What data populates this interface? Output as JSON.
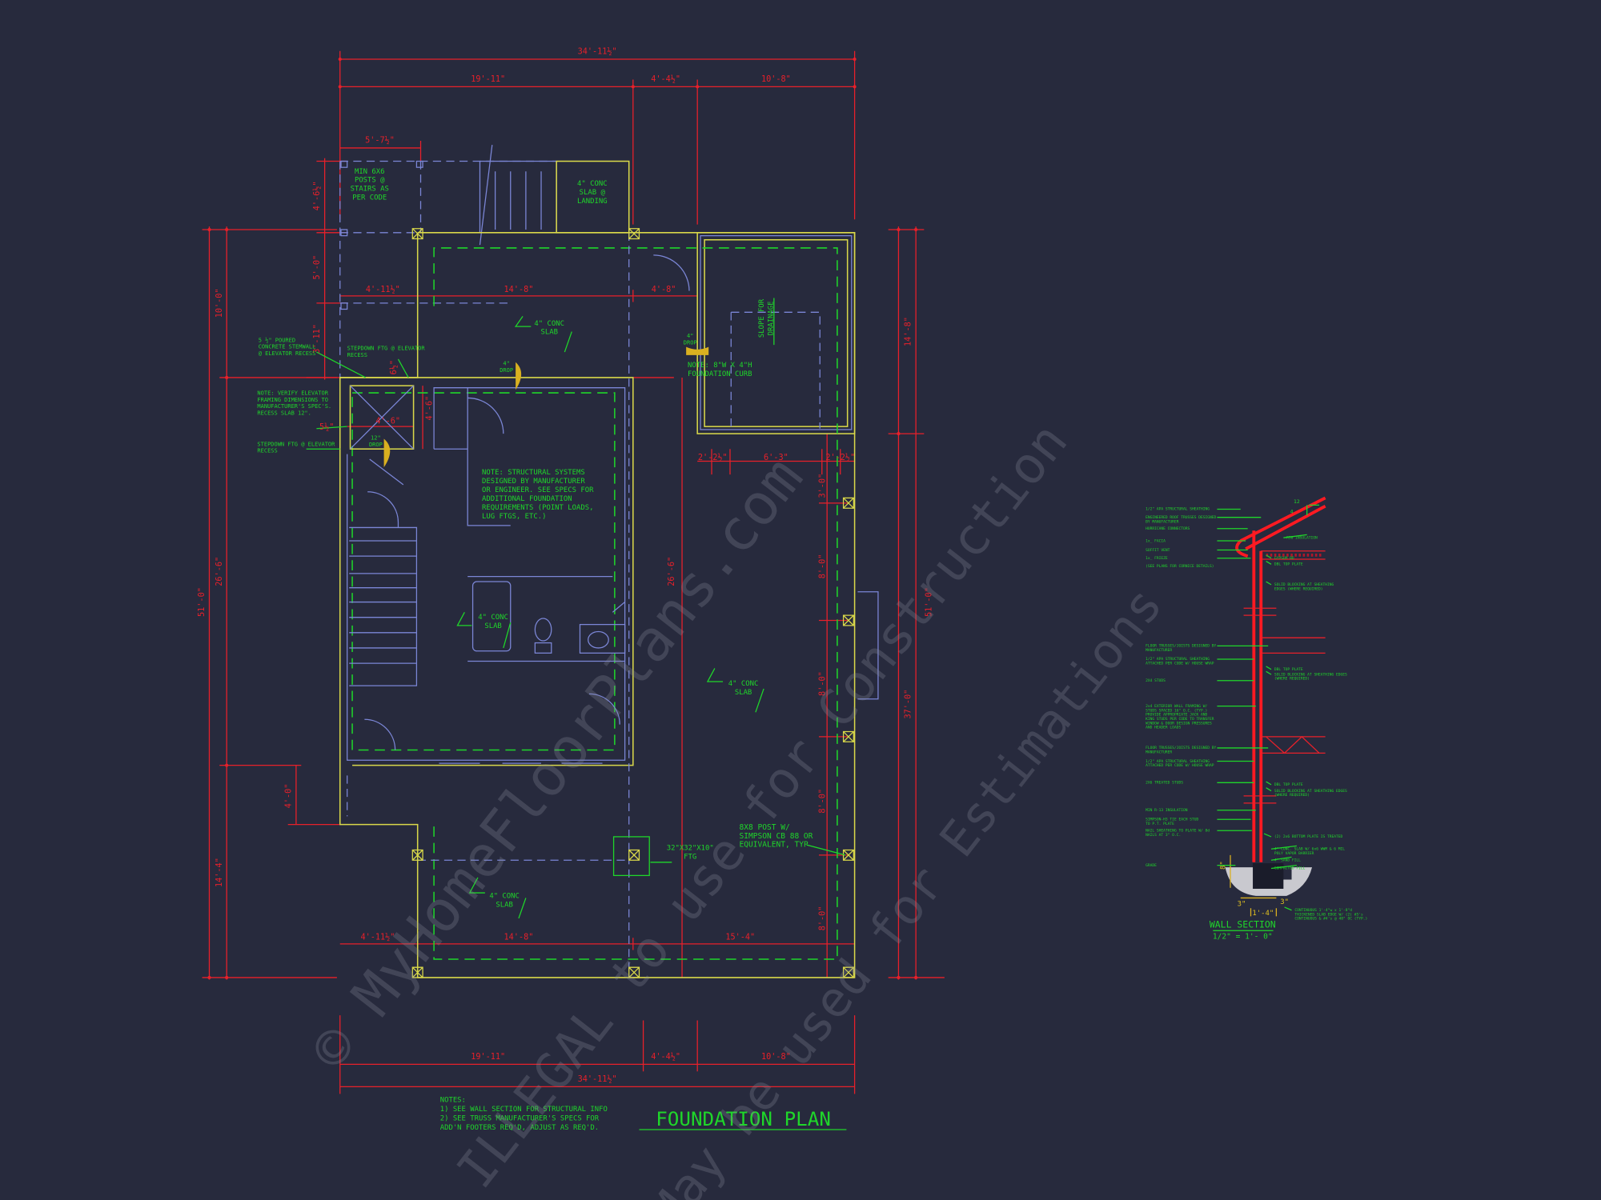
{
  "colors": {
    "background": "#272a3d",
    "dimension": "#e8202a",
    "foundation_wall": "#d9d84a",
    "floor_plan": "#7b86d6",
    "annotation": "#1fd62a",
    "watermark": "#8a8d9c"
  },
  "title": {
    "main": "FOUNDATION PLAN"
  },
  "dimensions": {
    "top_overall": "34'-11½\"",
    "top_1": "19'-11\"",
    "top_2": "4'-4½\"",
    "top_3": "10'-8\"",
    "porch_width": "5'-7½\"",
    "bottom_overall": "34'-11½\"",
    "bottom_1": "19'-11\"",
    "bottom_2": "4'-4½\"",
    "bottom_3": "10'-8\"",
    "left_overall": "51'-0\"",
    "left_1": "10'-0\"",
    "left_2": "26'-6\"",
    "left_3": "14'-4\"",
    "left_porch_1": "4'-6½\"",
    "left_porch_2": "5'-0\"",
    "left_porch_3": "3'-11\"",
    "left_step": "4'-0\"",
    "right_overall": "51'-0\"",
    "right_1": "14'-8\"",
    "right_2": "37'-0\"",
    "post_spacing": [
      "3'-0\"",
      "8'-0\"",
      "8'-0\"",
      "8'-0\"",
      "8'-0\""
    ],
    "upper_1": "4'-11½\"",
    "upper_2": "14'-8\"",
    "upper_3": "4'-8\"",
    "lower_1": "4'-11½\"",
    "lower_2": "14'-8\"",
    "lower_3": "15'-4\"",
    "storage_1": "2'-2½\"",
    "storage_2": "6'-3\"",
    "storage_3": "2'-2½\"",
    "center_depth": "26'-6\"",
    "elevator_offset": "5½\"",
    "elevator_w": "4'-6\"",
    "elevator_h": "4'-6\"",
    "elevator_gap": "6½\""
  },
  "labels": {
    "porch_posts": [
      "MIN 6X6",
      "POSTS @",
      "STAIRS AS",
      "PER CODE"
    ],
    "landing_slab": [
      "4\" CONC",
      "SLAB @",
      "LANDING"
    ],
    "stemwall": [
      "5 ½\" POURED",
      "CONCRETE STEMWALL",
      "@ ELEVATOR RECESS"
    ],
    "stepdown_top": [
      "STEPDOWN FTG @ ELEVATOR",
      "RECESS"
    ],
    "elevator_note": [
      "NOTE: VERIFY ELEVATOR",
      "FRAMING DIMENSIONS TO",
      "MANUFACTURER'S SPEC'S.",
      "RECESS SLAB 12\"."
    ],
    "stepdown_bottom": [
      "STEPDOWN FTG @ ELEVATOR",
      "RECESS"
    ],
    "elevator_drop": [
      "12\"",
      "DROP"
    ],
    "drop_1": [
      "4\"",
      "DROP"
    ],
    "drop_2": [
      "4\"",
      "DROP"
    ],
    "slab_1": [
      "4\" CONC",
      "SLAB"
    ],
    "slab_2": [
      "4\" CONC",
      "SLAB"
    ],
    "slab_3": [
      "4\" CONC",
      "SLAB"
    ],
    "slab_4": [
      "4\" CONC",
      "SLAB"
    ],
    "structural_note": [
      "NOTE: STRUCTURAL SYSTEMS",
      "DESIGNED BY MANUFACTURER",
      "OR ENGINEER. SEE SPECS FOR",
      "ADDITIONAL FOUNDATION",
      "REQUIREMENTS (POINT LOADS,",
      "LUG FTGS, ETC.)"
    ],
    "slope": [
      "SLOPE FOR",
      "DRAINAGE"
    ],
    "curb_note": [
      "NOTE: 8\"W X 4\"H",
      "FOUNDATION CURB"
    ],
    "post_note": [
      "8X8 POST W/",
      "SIMPSON CB 88 OR",
      "EQUIVALENT, TYP"
    ],
    "footing": [
      "32\"X32\"X10\"",
      "FTG"
    ]
  },
  "notes": [
    "NOTES:",
    "1) SEE WALL SECTION FOR STRUCTURAL INFO",
    "2) SEE TRUSS MANUFACTURER'S SPECS FOR",
    "ADD'N FOOTERS REQ'D, ADJUST AS REQ'D."
  ],
  "wall_section": {
    "title": "WALL SECTION",
    "scale": "1/2\" = 1'- 0\"",
    "pitch": [
      "12",
      "4"
    ],
    "left_labels": [
      [
        "1/2\" APA STRUCTURAL SHEATHING"
      ],
      [
        "ENGINEERED ROOF TRUSSES DESIGNED",
        "BY MANUFACTURER"
      ],
      [
        "HURRICANE CONNECTORS"
      ],
      [
        "1x_ FACIA"
      ],
      [
        "SOFFIT VENT"
      ],
      [
        "1x_ FRIEZE"
      ],
      [
        "(SEE PLANS FOR CORNICE DETAILS)"
      ],
      [
        "FLOOR TRUSSES/JOISTS DESIGNED BY",
        "MANUFACTURER"
      ],
      [
        "1/2\" APA STRUCTURAL SHEATHING",
        "ATTACHED PER CODE W/ HOUSE WRAP"
      ],
      [
        "2X4 STUDS"
      ],
      [
        "2x4 EXTERIOR WALL FRAMING W/",
        "STUDS SPACED 16\" O.C. (TYP.)",
        "PROVIDE APPROPRIATE JACK AND",
        "KING STUDS PER CODE TO TRANSFER",
        "WINDOW & DOOR DESIGN PRESSURES",
        "AND HEADER LOADS"
      ],
      [
        "FLOOR TRUSSES/JOISTS DESIGNED BY",
        "MANUFACTURER"
      ],
      [
        "1/2\" APA STRUCTURAL SHEATHING",
        "ATTACHED PER CODE W/ HOUSE WRAP"
      ],
      [
        "2X6 TREATED STUDS"
      ],
      [
        "MIN R-13 INSULATION"
      ],
      [
        "SIMPSON-H3 TIE EACH STUD",
        "TO P.T. PLATE"
      ],
      [
        "NAIL SHEATHING TO PLATE W/ 8d",
        "NAILS AT 3\" O.C."
      ],
      [
        "GRADE"
      ]
    ],
    "right_labels": [
      [
        "R30 INSULATION"
      ],
      [
        "GYPSUM BD"
      ],
      [
        "DBL TOP PLATE"
      ],
      [
        "SOLID BLOCKING AT SHEATHING",
        "EDGES (WHERE REQUIRED)"
      ],
      [
        "DBL TOP PLATE"
      ],
      [
        "SOLID BLOCKING AT SHEATHING EDGES",
        "(WHERE REQUIRED)"
      ],
      [
        "DBL TOP PLATE"
      ],
      [
        "SOLID BLOCKING AT SHEATHING EDGES",
        "(WHERE REQUIRED)"
      ],
      [
        "(2) 2x6 BOTTOM PLATE IS TREATED"
      ],
      [
        "4\" CONC. SLAB W/ 6x6 WWM & 6 MIL",
        "POLY VAPOR BARRIER"
      ],
      [
        "4\" SAND FILL"
      ],
      [
        "COMPACTED FILL"
      ],
      [
        "CONTINUOUS 1'-4\"w x 1'-8\"d",
        "THICKENED SLAB EDGE W/ (2) #5's",
        "CONTINUOUS & #4's @ 48\" OC (TYP.)"
      ]
    ],
    "footing_dims": [
      "8\"",
      "3\"",
      "1'-4\"",
      "3\""
    ]
  },
  "watermark": [
    "© MyHomeFloorPlans.com",
    "ILLEGAL to use for Construction",
    "May be used for Estimations"
  ]
}
